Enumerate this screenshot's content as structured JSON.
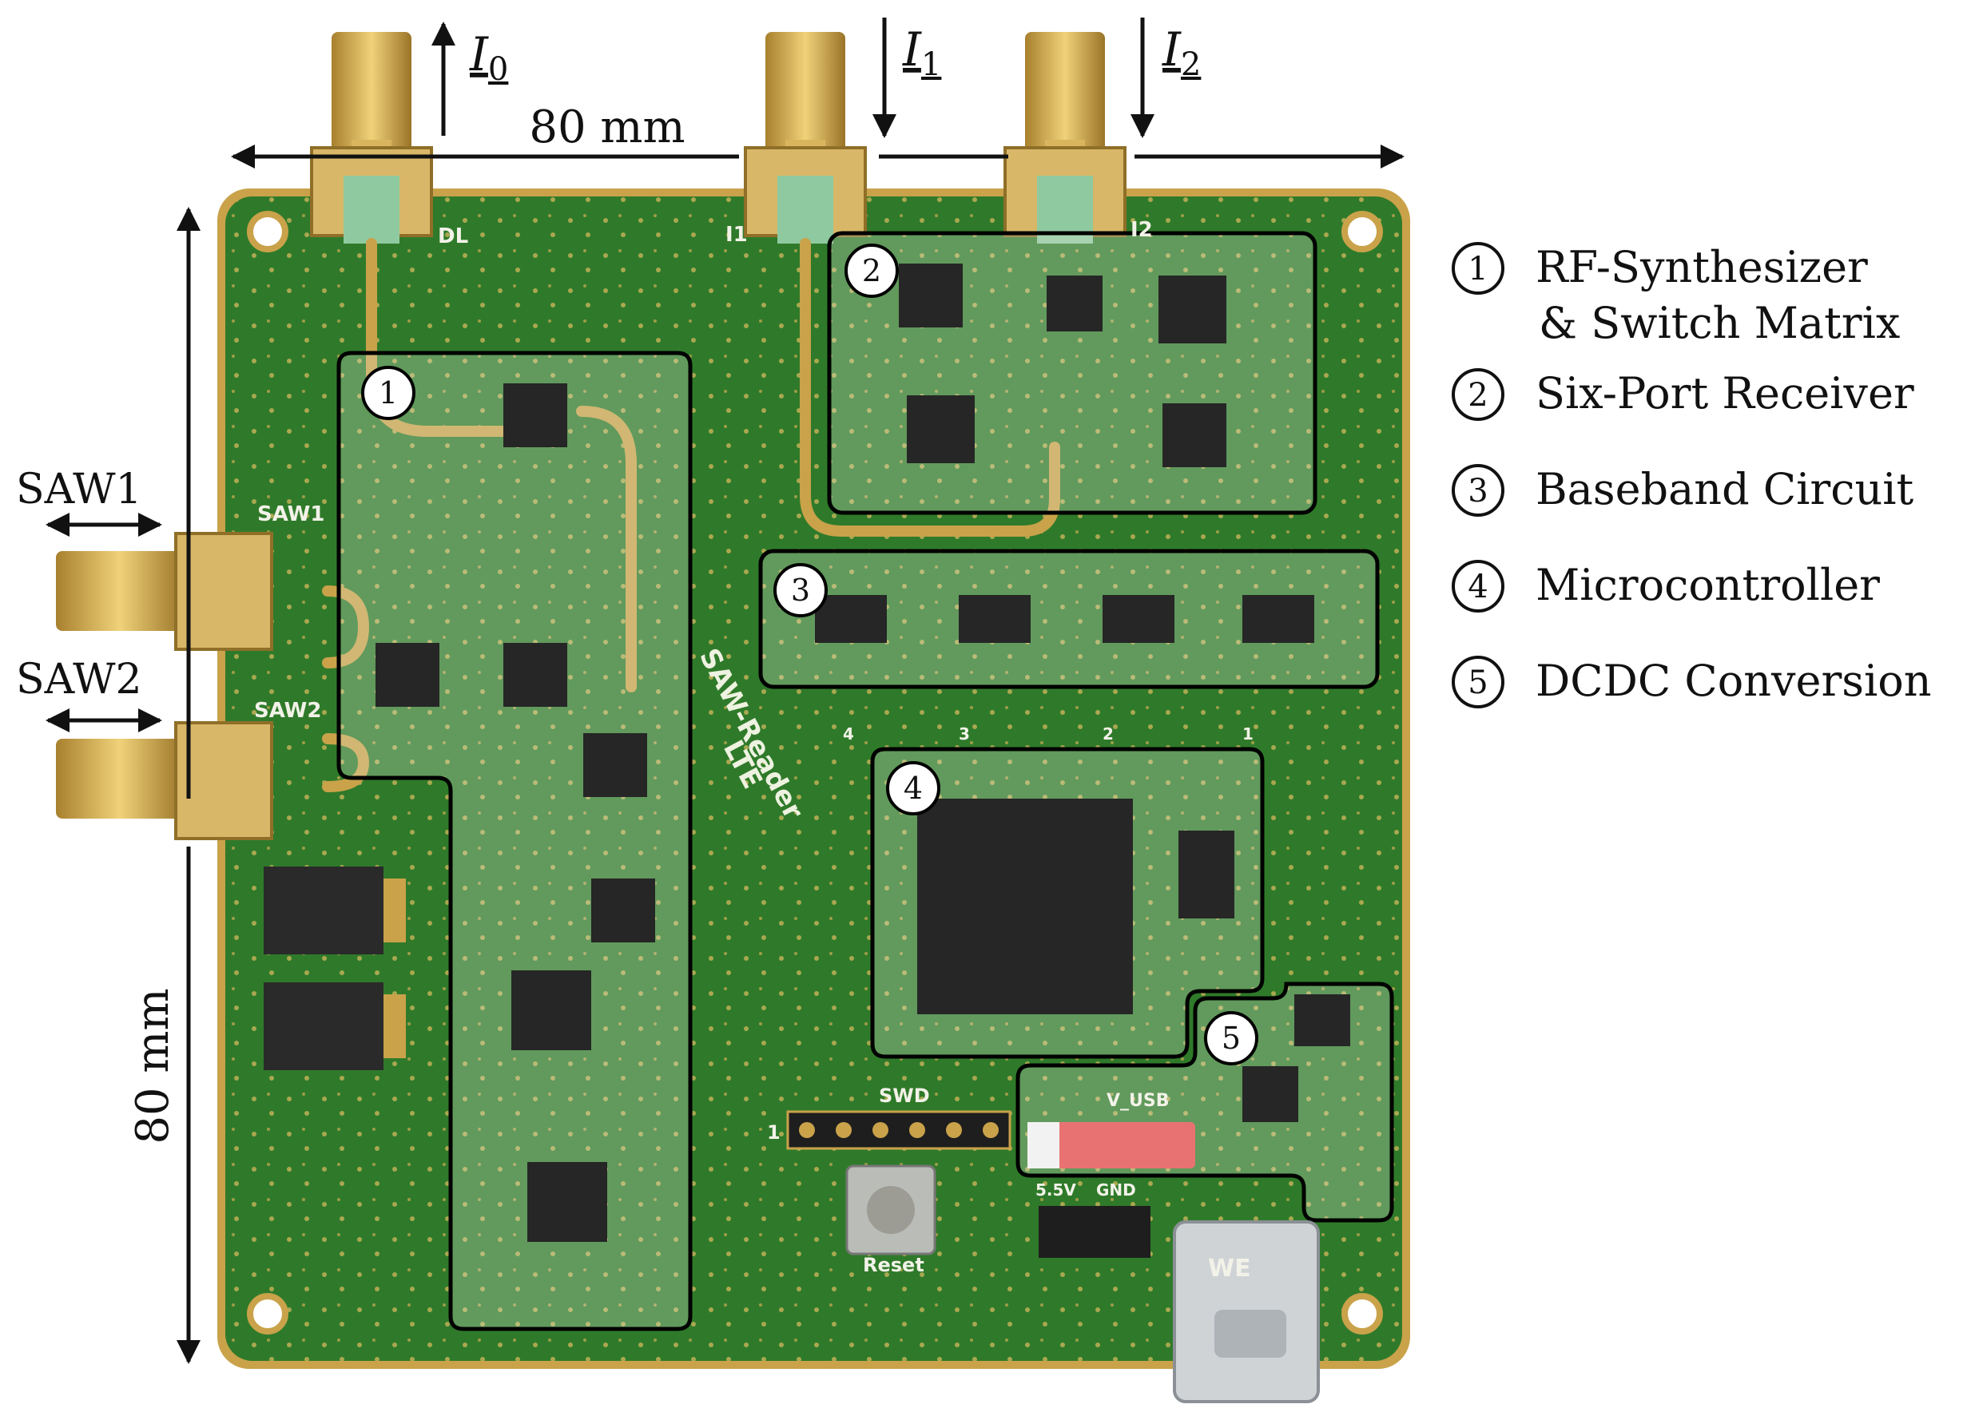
{
  "dimensions": {
    "width_label": "80 mm",
    "height_label": "80 mm"
  },
  "currents": [
    {
      "base": "I",
      "sub": "0"
    },
    {
      "base": "I",
      "sub": "1"
    },
    {
      "base": "I",
      "sub": "2"
    }
  ],
  "ports": {
    "saw1": "SAW1",
    "saw2": "SAW2"
  },
  "pcb_labels": {
    "dl": "DL",
    "i1": "I1",
    "i2": "I2",
    "saw1": "SAW1",
    "saw2": "SAW2",
    "swd": "SWD",
    "reset": "Reset",
    "v_usb": "V_USB",
    "v55": "5.5V",
    "gnd": "GND",
    "board_name": "SAW-Reader",
    "board_sub": "LTE",
    "pin1": "1",
    "pin_numbers": [
      "4",
      "3",
      "2",
      "1"
    ],
    "we": "WE"
  },
  "regions": [
    {
      "num": "1",
      "label": "RF-Synthesizer",
      "label2": "& Switch Matrix"
    },
    {
      "num": "2",
      "label": "Six-Port Receiver"
    },
    {
      "num": "3",
      "label": "Baseband Circuit"
    },
    {
      "num": "4",
      "label": "Microcontroller"
    },
    {
      "num": "5",
      "label": "DCDC Conversion"
    }
  ],
  "colors": {
    "pcb": "#2f7a2a",
    "pcb_dark": "#1f5a1d",
    "gold": "#c9a24a",
    "chip": "#262626",
    "highlight": "#e6ede0"
  }
}
